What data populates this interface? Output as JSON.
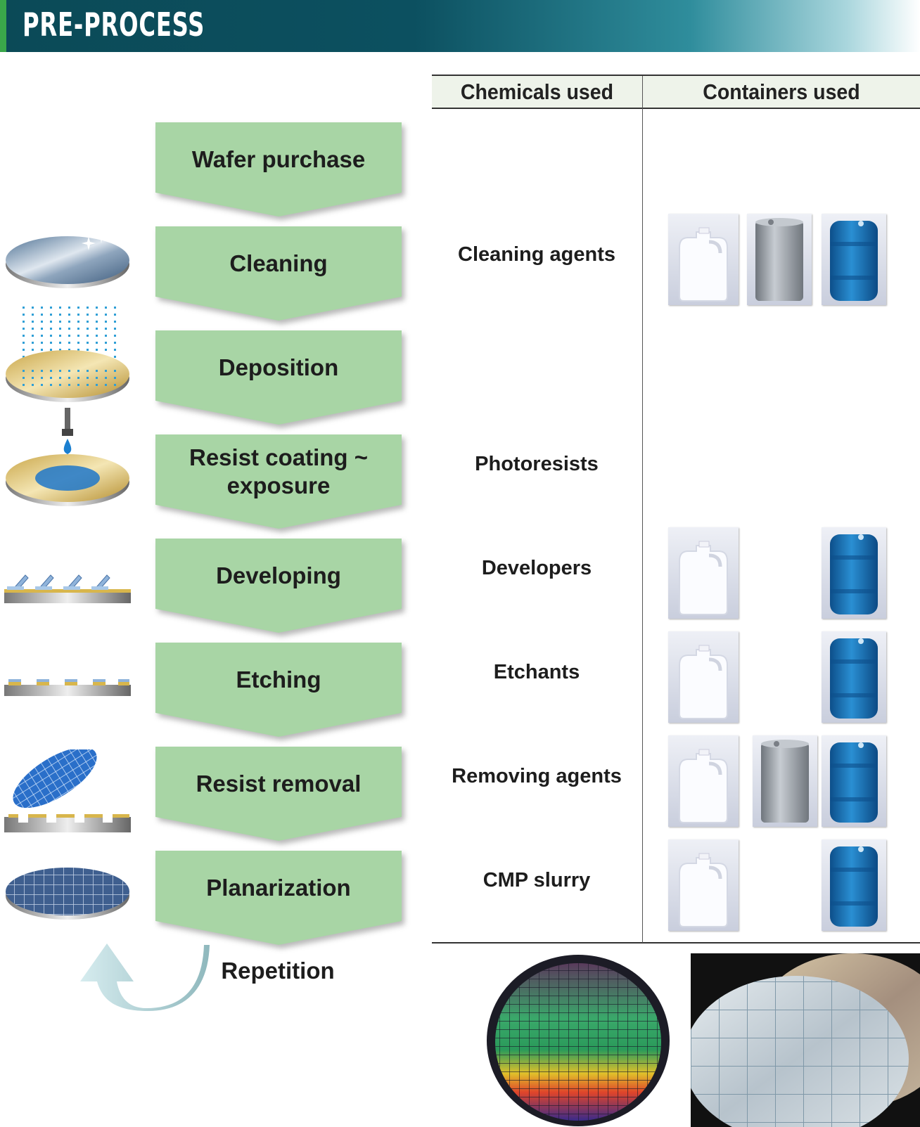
{
  "header": {
    "title": "PRE-PROCESS"
  },
  "table": {
    "col_chemicals": "Chemicals used",
    "col_containers": "Containers used"
  },
  "steps": [
    {
      "label": "Wafer purchase",
      "chemical": ""
    },
    {
      "label": "Cleaning",
      "chemical": "Cleaning agents"
    },
    {
      "label": "Deposition",
      "chemical": ""
    },
    {
      "label": "Resist coating ~\nexposure",
      "chemical": "Photoresists"
    },
    {
      "label": "Developing",
      "chemical": "Developers"
    },
    {
      "label": "Etching",
      "chemical": "Etchants"
    },
    {
      "label": "Resist removal",
      "chemical": "Removing agents"
    },
    {
      "label": "Planarization",
      "chemical": "CMP slurry"
    }
  ],
  "repetition": "Repetition",
  "colors": {
    "banner": "#0b4a57",
    "accent_green": "#3aa74a",
    "step_fill": "#a8d5a5",
    "drum_blue": "#1f7ab8"
  }
}
